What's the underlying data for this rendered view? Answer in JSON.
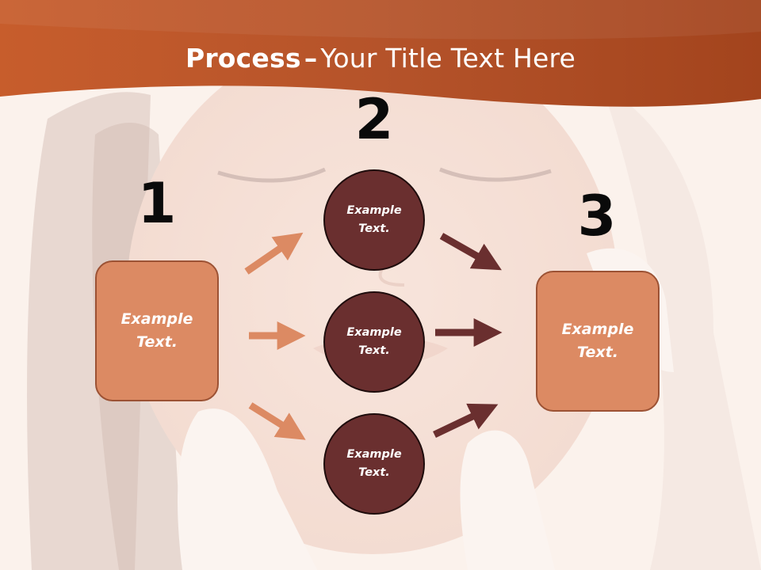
{
  "slide": {
    "title_bold": "Process",
    "title_dash": "–",
    "title_rest": "Your Title Text Here"
  },
  "steps": {
    "one": "1",
    "two": "2",
    "three": "3"
  },
  "left_box": {
    "text": "Example Text."
  },
  "right_box": {
    "text": "Example Text."
  },
  "circles": [
    {
      "text": "Example Text."
    },
    {
      "text": "Example Text."
    },
    {
      "text": "Example Text."
    }
  ],
  "colors": {
    "header": "#c45a26",
    "box_fill": "#dc8a63",
    "box_border": "#9c5234",
    "circle_fill": "#6a2f2f",
    "arrow_light": "#dc8a63",
    "arrow_dark": "#6a2f2f"
  }
}
